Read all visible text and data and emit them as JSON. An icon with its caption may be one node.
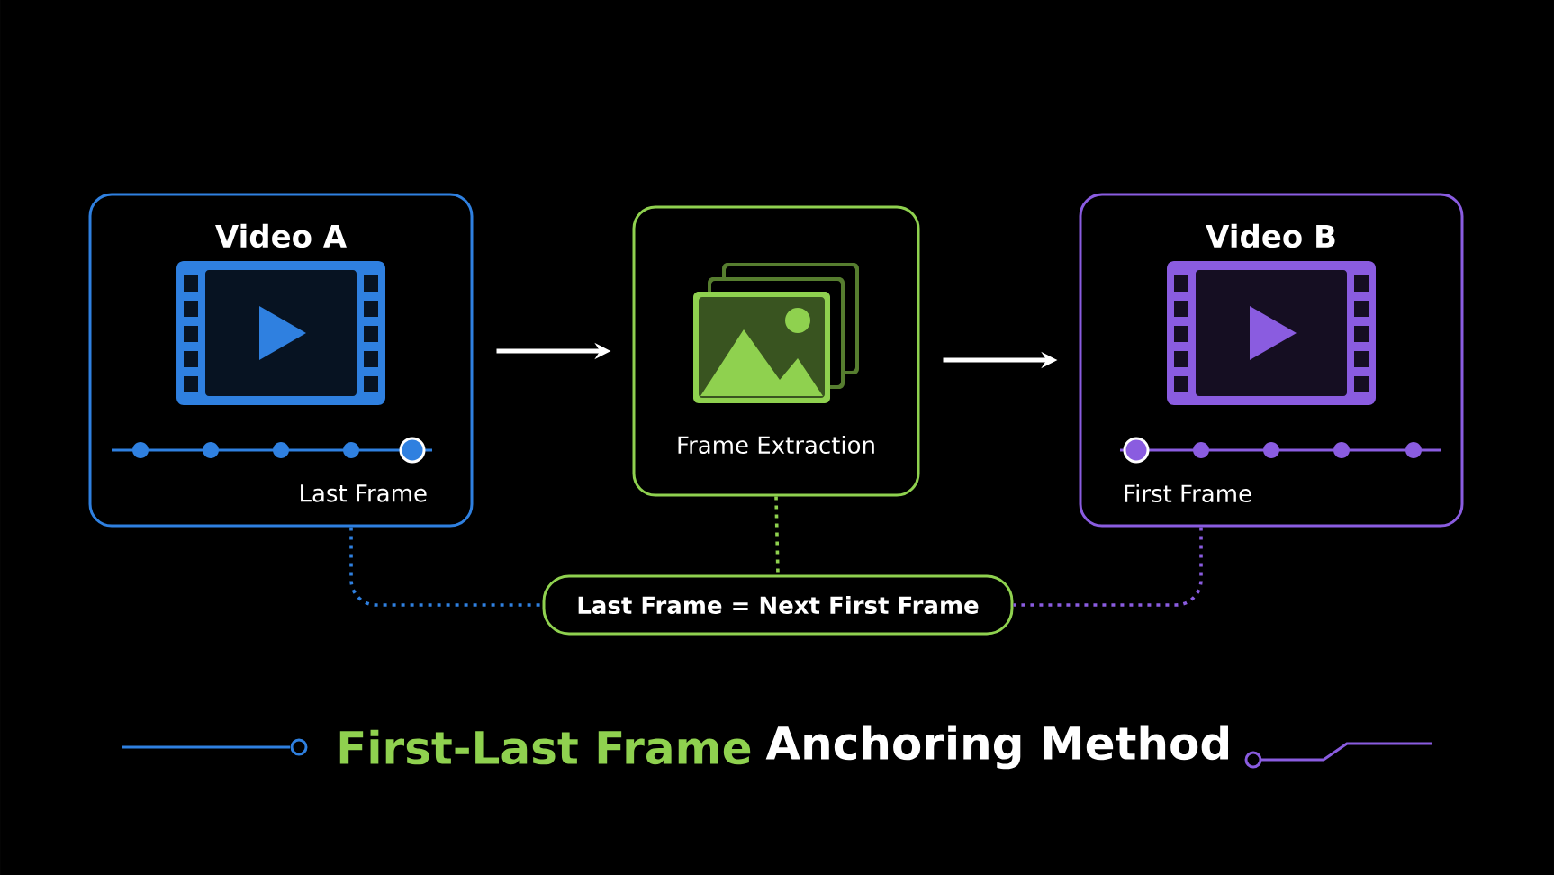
{
  "diagram": {
    "nodes": [
      {
        "text": [
          "Video A",
          "Last Frame"
        ]
      },
      {
        "text": [
          "Frame Extraction"
        ]
      },
      {
        "text": [
          "Video B",
          "First Frame"
        ]
      },
      {
        "text": [
          "Last Frame = Next First Frame"
        ]
      }
    ],
    "edges": [
      {
        "from": 0,
        "to": 1,
        "arrow": "to"
      },
      {
        "from": 1,
        "to": 2,
        "arrow": "to"
      },
      {
        "from": 0,
        "to": 3,
        "arrow": "none",
        "style": "dashed",
        "color": "#2f80e0"
      },
      {
        "from": 1,
        "to": 3,
        "arrow": "none",
        "style": "dashed",
        "color": "#8fd14f"
      },
      {
        "from": 2,
        "to": 3,
        "arrow": "none",
        "style": "dashed",
        "color": "#8a5ce0"
      }
    ],
    "labels": [
      "First-Last Frame",
      "Anchoring Method"
    ]
  }
}
